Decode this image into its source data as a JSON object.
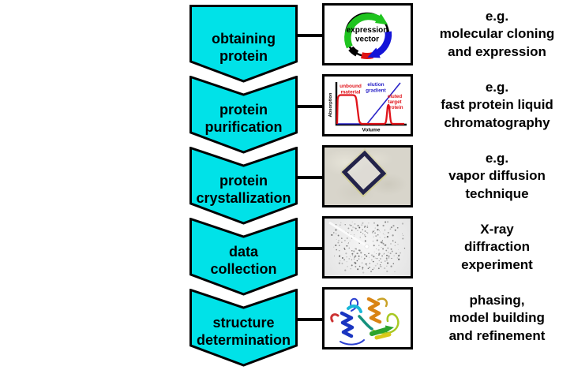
{
  "figure": {
    "accent_color": "#00E2E8",
    "outline_color": "#000000"
  },
  "flow": {
    "steps": [
      {
        "id": "obtaining-protein",
        "label_lines": [
          "obtaining",
          "protein"
        ],
        "caption_lines": [
          "e.g.",
          "molecular cloning",
          "and expression"
        ],
        "illustration": "expression-vector-plasmid-diagram"
      },
      {
        "id": "protein-purification",
        "label_lines": [
          "protein",
          "purification"
        ],
        "caption_lines": [
          "e.g.",
          "fast protein liquid",
          "chromatography"
        ],
        "illustration": "fplc-chromatogram"
      },
      {
        "id": "protein-crystallization",
        "label_lines": [
          "protein",
          "crystallization"
        ],
        "caption_lines": [
          "e.g.",
          "vapor diffusion",
          "technique"
        ],
        "illustration": "protein-crystal-photo"
      },
      {
        "id": "data-collection",
        "label_lines": [
          "data",
          "collection"
        ],
        "caption_lines": [
          "X-ray",
          "diffraction",
          "experiment"
        ],
        "illustration": "xray-diffraction-pattern"
      },
      {
        "id": "structure-determination",
        "label_lines": [
          "structure",
          "determination"
        ],
        "caption_lines": [
          "phasing,",
          "model building",
          "and refinement"
        ],
        "illustration": "protein-ribbon-model"
      }
    ]
  },
  "plasmid": {
    "label_lines": [
      "expression",
      "vector"
    ],
    "promoter_arrow_color": "#1fc41f",
    "marker_arrow_color": "#1414d8",
    "insert_color": "#e01313"
  },
  "chromatogram": {
    "y_axis_label": "Absorption",
    "x_axis_label": "Volume",
    "labels": {
      "unbound": {
        "lines": [
          "unbound",
          "material"
        ],
        "color": "#e0131a"
      },
      "gradient": {
        "lines": [
          "elution",
          "gradient"
        ],
        "color": "#2a23c8"
      },
      "eluted": {
        "lines": [
          "eluted",
          "target",
          "protein"
        ],
        "color": "#e0131a"
      }
    }
  },
  "chart_data": {
    "type": "line",
    "xlabel": "Volume",
    "ylabel": "Absorption",
    "legend_position": "none",
    "grid": false,
    "series": [
      {
        "name": "absorption trace",
        "color": "#e0131a",
        "x": [
          0,
          2,
          4,
          6,
          28,
          33,
          38,
          42,
          68,
          72,
          75,
          78,
          81,
          100
        ],
        "y": [
          0,
          0,
          82,
          90,
          90,
          86,
          12,
          0,
          0,
          0,
          58,
          58,
          0,
          0
        ]
      },
      {
        "name": "elution gradient",
        "color": "#2a23c8",
        "x": [
          0,
          44,
          93
        ],
        "y": [
          0,
          0,
          100
        ]
      }
    ],
    "annotations": [
      "unbound material",
      "elution gradient",
      "eluted target protein"
    ]
  }
}
